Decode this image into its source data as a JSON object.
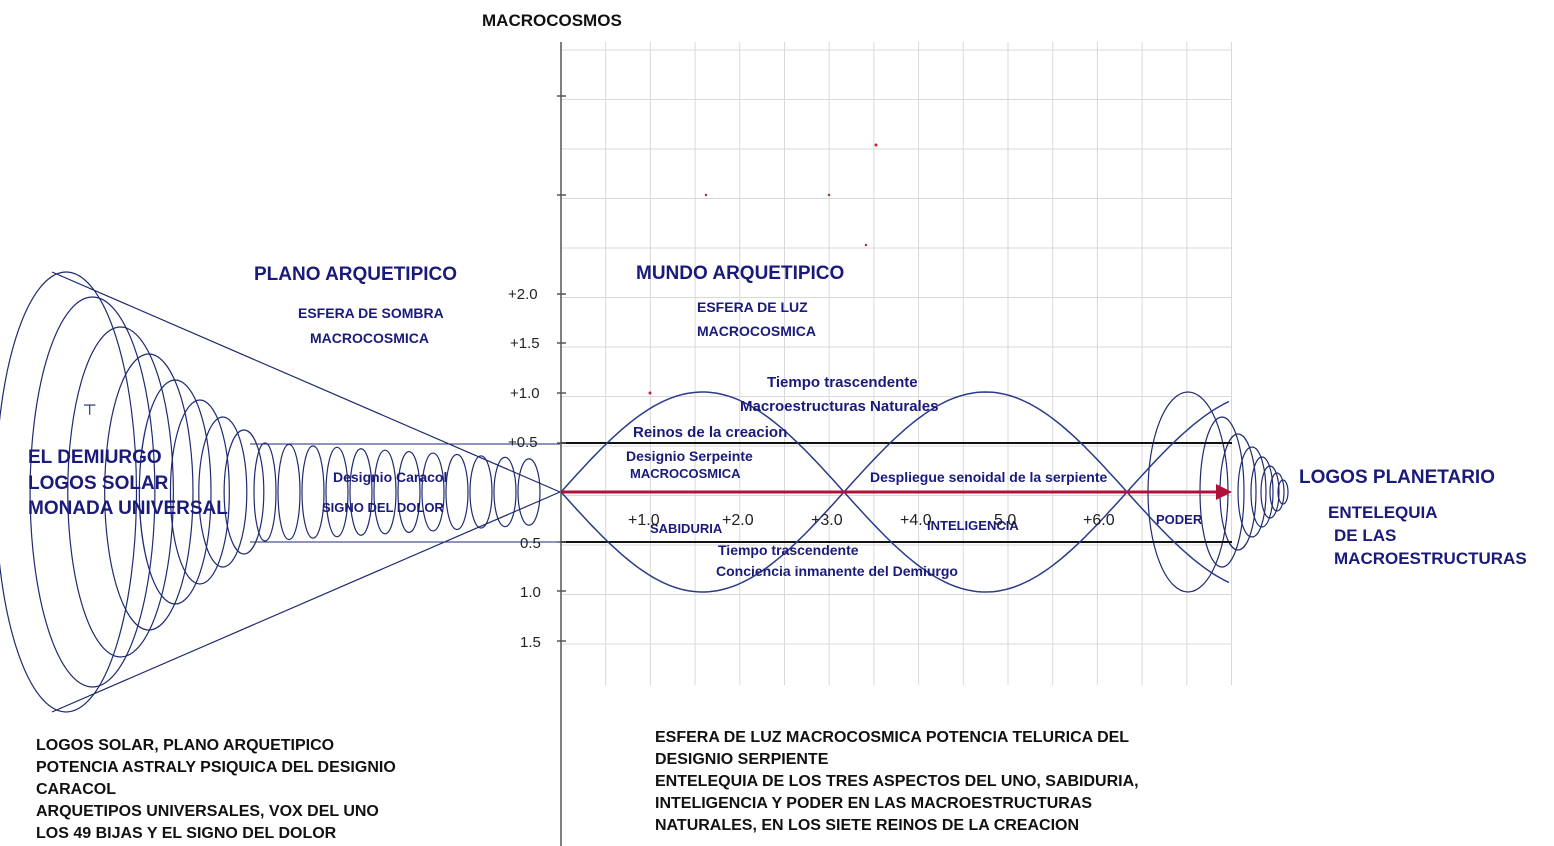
{
  "axis_title_top": "MACROCOSMOS",
  "left_block": {
    "line1": "EL DEMIURGO",
    "line2": "LOGOS SOLAR",
    "line3": "MONADA  UNIVERSAL"
  },
  "plano_arquetipico": {
    "title": "PLANO ARQUETIPICO",
    "sub1": "ESFERA DE SOMBRA",
    "sub2": "MACROCOSMICA"
  },
  "mundo_arquetipico": {
    "title": "MUNDO ARQUETIPICO",
    "sub1": "ESFERA DE LUZ",
    "sub2": "MACROCOSMICA"
  },
  "cone_labels": {
    "designio_caracol": "Designio Caracol",
    "signo_dolor": "SIGNO DEL DOLOR"
  },
  "wave_labels": {
    "tiempo_top": "Tiempo trascendente",
    "macroestructuras": "Macroestructuras Naturales",
    "reinos": "Reinos de la creacion",
    "designio_serpiente": "Designio Serpeinte",
    "macrocosmica": "MACROCOSMICA",
    "despliegue": "Despliegue senoidal de la serpiente",
    "sabiduria": "SABIDURIA",
    "inteligencia": "INTELIGENCIA",
    "poder": "PODER",
    "tiempo_bottom": "Tiempo trascendente",
    "conciencia": "Conciencia inmanente del Demiurgo"
  },
  "y_ticks": [
    "+2.0",
    "+1.5",
    "+1.0",
    "+0.5",
    "0.5",
    "1.0",
    "1.5"
  ],
  "x_ticks": [
    "+1.0",
    "+2.0",
    "+3.0",
    "+4.0",
    "5.0",
    "+6.0"
  ],
  "right_block": {
    "title": "LOGOS PLANETARIO",
    "line1": "ENTELEQUIA",
    "line2": "DE LAS",
    "line3": "MACROESTRUCTURAS"
  },
  "bottom_left": [
    "LOGOS SOLAR, PLANO ARQUETIPICO",
    "POTENCIA ASTRALY PSIQUICA DEL DESIGNIO",
    "CARACOL",
    "ARQUETIPOS UNIVERSALES, VOX DEL UNO",
    "LOS 49 BIJAS Y EL SIGNO DEL DOLOR"
  ],
  "bottom_right": [
    "ESFERA DE LUZ MACROCOSMICA POTENCIA TELURICA DEL",
    "DESIGNIO SERPIENTE",
    "ENTELEQUIA DE LOS TRES ASPECTOS DEL UNO, SABIDURIA,",
    "INTELIGENCIA Y PODER EN LAS MACROESTRUCTURAS",
    "NATURALES, EN LOS SIETE REINOS DE LA CREACION"
  ],
  "colors": {
    "ink_navy": "#1a1a7a",
    "grid": "#d8d8d8",
    "axis": "#555555",
    "arrow": "#b0103a",
    "wave": "#2a3a8a",
    "band": "#111111"
  }
}
